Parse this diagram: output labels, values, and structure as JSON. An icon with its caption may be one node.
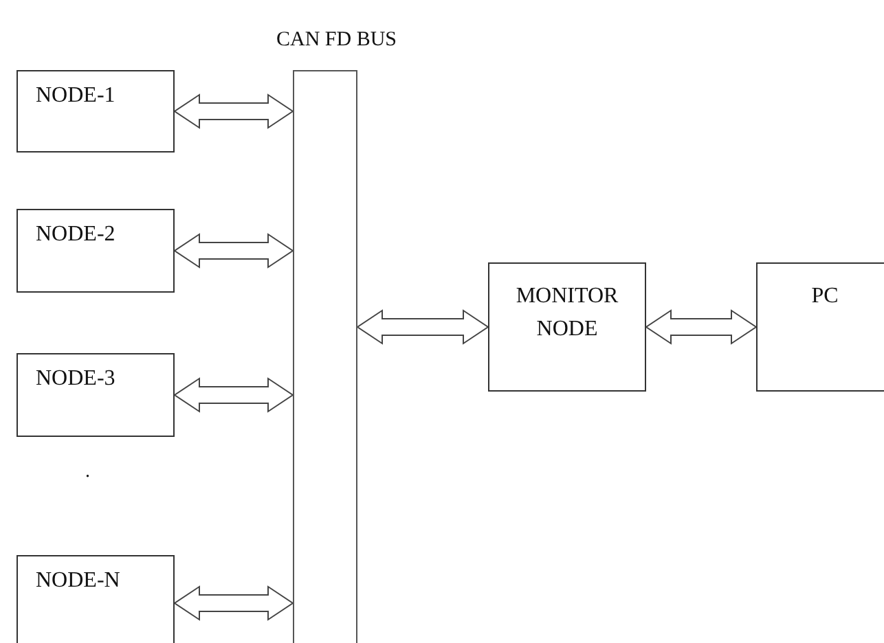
{
  "diagram": {
    "nodes": [
      {
        "text": [
          "CAN FD BUS"
        ]
      },
      {
        "text": [
          "NODE-1"
        ]
      },
      {
        "text": [
          "NODE-2"
        ]
      },
      {
        "text": [
          "NODE-3"
        ]
      },
      {
        "text": [
          "NODE-N"
        ]
      },
      {
        "text": [
          "MONITOR NODE"
        ]
      },
      {
        "text": [
          "PC"
        ]
      }
    ],
    "edges": [
      {
        "from": 1,
        "to": 0,
        "arrow": "both"
      },
      {
        "from": 2,
        "to": 0,
        "arrow": "both"
      },
      {
        "from": 3,
        "to": 0,
        "arrow": "both"
      },
      {
        "from": 4,
        "to": 0,
        "arrow": "both"
      },
      {
        "from": 0,
        "to": 5,
        "arrow": "both"
      },
      {
        "from": 5,
        "to": 6,
        "arrow": "both"
      }
    ],
    "labels": [
      "."
    ]
  }
}
